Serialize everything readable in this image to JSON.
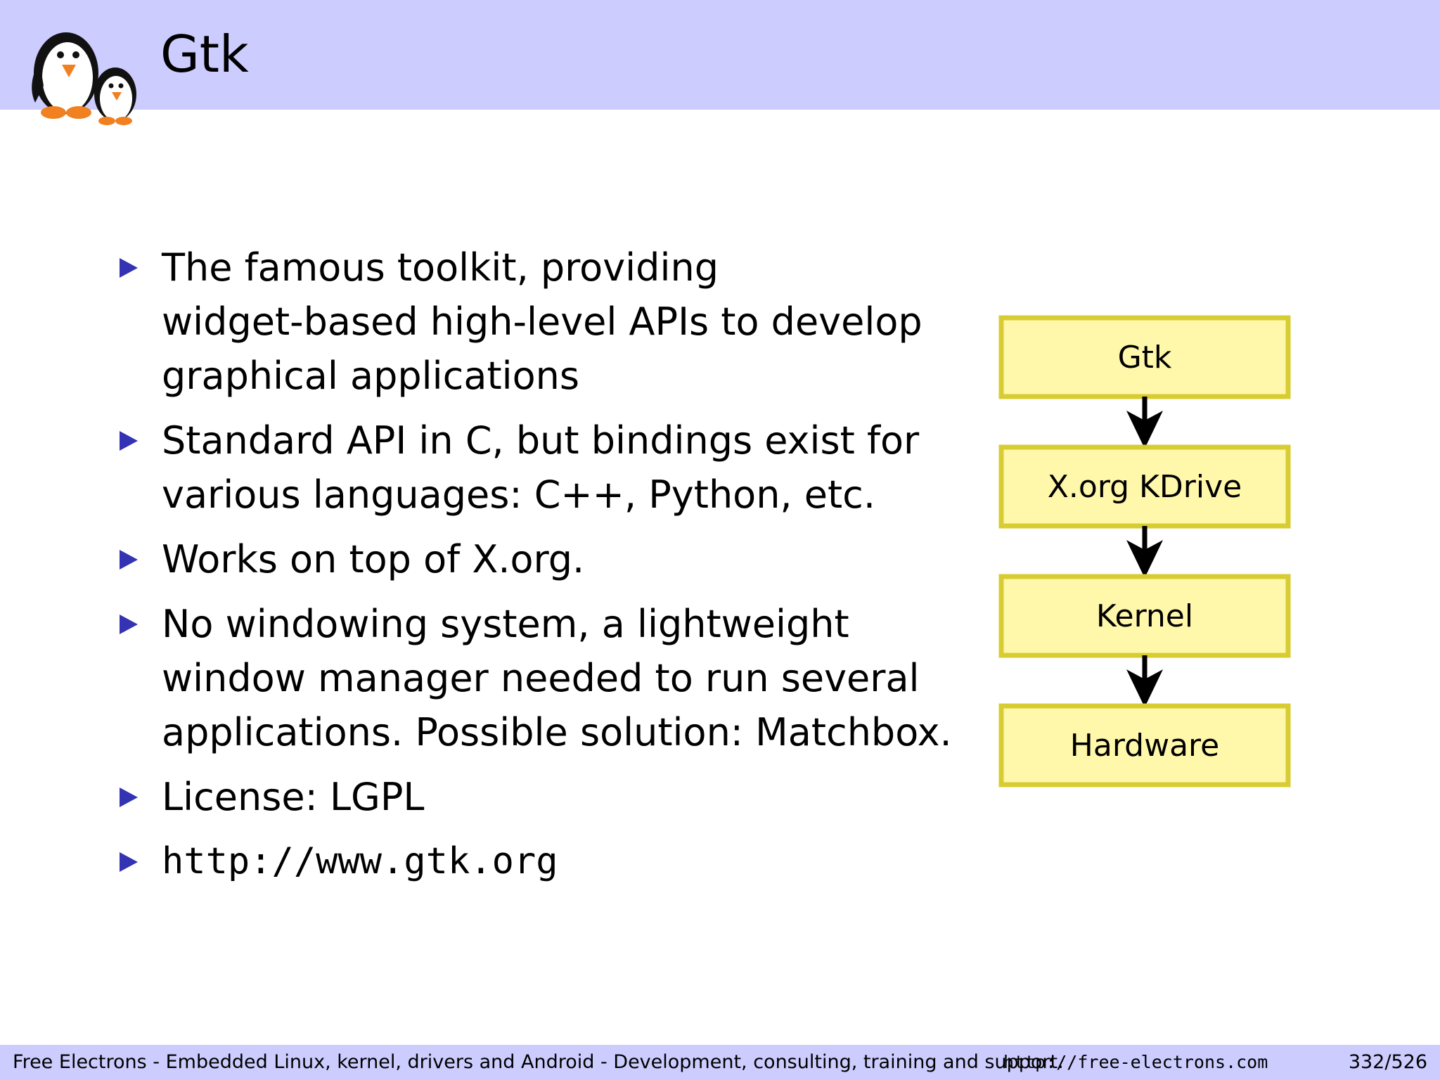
{
  "slide": {
    "title": "Gtk",
    "bullets": [
      {
        "text": "The famous toolkit, providing\nwidget-based high-level APIs to develop\ngraphical applications"
      },
      {
        "text": "Standard API in C, but bindings exist for\nvarious languages: C++, Python, etc."
      },
      {
        "text": "Works on top of X.org."
      },
      {
        "text": "No windowing system, a lightweight\nwindow manager needed to run several\napplications. Possible solution: Matchbox."
      },
      {
        "text": "License: LGPL"
      },
      {
        "text": "http://www.gtk.org"
      }
    ]
  },
  "diagram": {
    "boxes": [
      "Gtk",
      "X.org KDrive",
      "Kernel",
      "Hardware"
    ],
    "box_fill": "#fff7aa",
    "box_border": "#d8cc33",
    "arrow_color": "#000000"
  },
  "footer": {
    "text": "Free Electrons - Embedded Linux, kernel, drivers and Android - Development, consulting, training and support.",
    "url": "http://free-electrons.com",
    "page": "332/526"
  },
  "colors": {
    "header_bg": "#ccccff",
    "bullet_marker": "#3333b3"
  }
}
